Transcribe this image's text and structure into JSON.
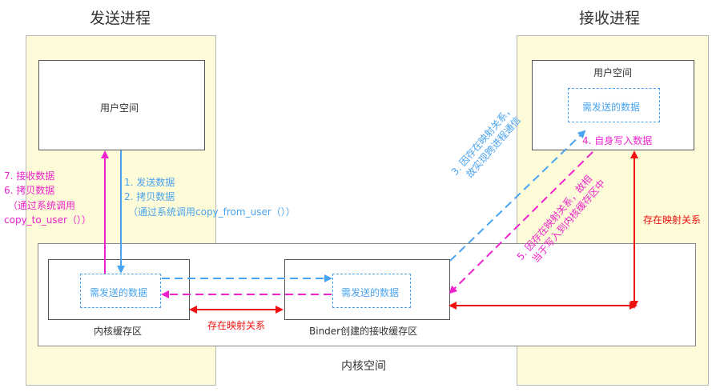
{
  "sender": {
    "title": "发送进程",
    "user_space": "用户空间"
  },
  "receiver": {
    "title": "接收进程",
    "user_space": "用户空间",
    "data_box": "需发送的数据"
  },
  "kernel": {
    "label": "内核空间",
    "kernel_buffer": "内核缓存区",
    "kernel_data": "需发送的数据",
    "binder_buffer": "Binder创建的接收缓存区",
    "binder_data": "需发送的数据",
    "mapping_label": "存在映射关系"
  },
  "steps": {
    "send_1": "1. 发送数据",
    "send_2": "2. 拷贝数据",
    "send_3": "（通过系统调用copy_from_user（））",
    "recv_7": "7. 接收数据",
    "recv_6": "6. 拷贝数据",
    "recv_call": "（通过系统调用",
    "recv_fn": "copy_to_user（））",
    "step3_line1": "3. 因存在映射关系，",
    "step3_line2": "故实现跨进程通信",
    "step4": "4. 自身写入数据",
    "step5_line1": "5. 因存在映射关系，故相",
    "step5_line2": "当于写入到内核缓存区中",
    "right_mapping": "存在映射关系"
  },
  "colors": {
    "blue": "#4aa3f0",
    "magenta": "#ee22cc",
    "red": "#ee1111",
    "process_bg": "#fefcd8"
  }
}
